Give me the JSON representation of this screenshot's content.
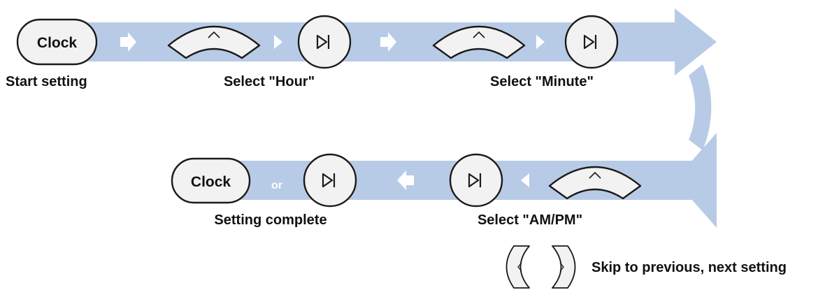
{
  "colors": {
    "flow_band": "#b8cbe6",
    "arrow": "#ffffff",
    "button_fill": "#f2f2f2",
    "outline": "#1a1a1a",
    "text": "#111111"
  },
  "buttons": {
    "clock_label": "Clock",
    "or_label": "or"
  },
  "icons": {
    "play_pause": "play-pause-icon",
    "up": "chevron-up-icon",
    "prev": "chevron-left-icon",
    "next": "chevron-right-icon",
    "arrow": "arrow-icon"
  },
  "steps": {
    "start": "Start setting",
    "hour": "Select \"Hour\"",
    "minute": "Select \"Minute\"",
    "ampm": "Select \"AM/PM\"",
    "complete": "Setting complete"
  },
  "legend": {
    "skip": "Skip to previous, next setting"
  }
}
